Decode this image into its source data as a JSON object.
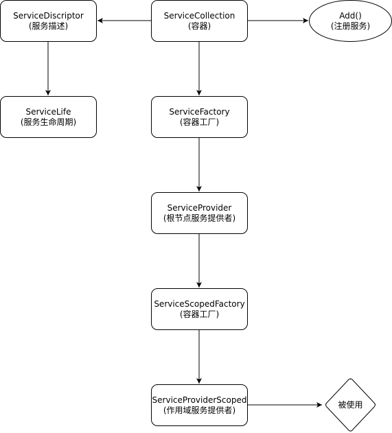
{
  "diagram": {
    "stroke_color": "#000000",
    "fill_color": "#ffffff",
    "nodes": {
      "service_descriptor": {
        "title": "ServiceDiscriptor",
        "subtitle": "(服务描述)"
      },
      "service_collection": {
        "title": "ServiceCollection",
        "subtitle": "(容器)"
      },
      "add": {
        "title": "Add()",
        "subtitle": "(注册服务)"
      },
      "service_life": {
        "title": "ServiceLife",
        "subtitle": "(服务生命周期)"
      },
      "service_factory": {
        "title": "ServiceFactory",
        "subtitle": "(容器工厂)"
      },
      "service_provider": {
        "title": "ServiceProvider",
        "subtitle": "(根节点服务提供者)"
      },
      "service_scoped_factory": {
        "title": "ServiceScopedFactory",
        "subtitle": "(容器工厂)"
      },
      "service_provider_scoped": {
        "title": "ServiceProviderScoped",
        "subtitle": "(作用域服务提供者)"
      },
      "used": {
        "title": "被使用"
      }
    }
  }
}
